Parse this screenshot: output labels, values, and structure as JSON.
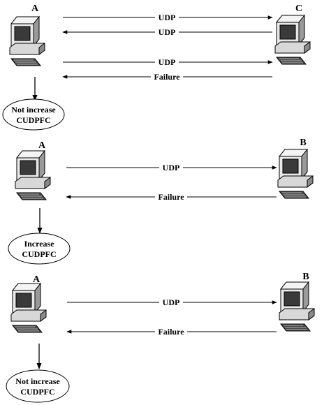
{
  "scenarios": [
    {
      "left_node": "A",
      "right_node": "C",
      "messages": [
        {
          "label": "UDP",
          "direction": "right"
        },
        {
          "label": "UDP",
          "direction": "left"
        },
        {
          "label": "UDP",
          "direction": "right"
        },
        {
          "label": "Failure",
          "direction": "left"
        }
      ],
      "result_line1": "Not increase",
      "result_line2": "CUDPFC"
    },
    {
      "left_node": "A",
      "right_node": "B",
      "messages": [
        {
          "label": "UDP",
          "direction": "right"
        },
        {
          "label": "Failure",
          "direction": "left"
        }
      ],
      "result_line1": "Increase",
      "result_line2": "CUDPFC"
    },
    {
      "left_node": "A",
      "right_node": "B",
      "messages": [
        {
          "label": "UDP",
          "direction": "right"
        },
        {
          "label": "Failure",
          "direction": "left"
        }
      ],
      "result_line1": "Not increase",
      "result_line2": "CUDPFC"
    }
  ]
}
